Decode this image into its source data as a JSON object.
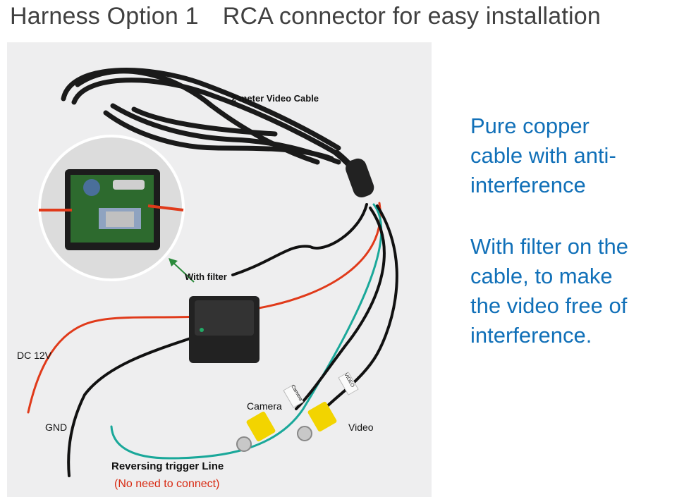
{
  "title": {
    "part1": "Harness Option 1",
    "part2": "RCA connector for easy installation"
  },
  "photo_labels": {
    "video_cable": "2 meter Video Cable",
    "with_filter": "With filter",
    "dc12v": "DC 12V",
    "gnd": "GND",
    "camera": "Camera",
    "video": "Video",
    "trigger": "Reversing trigger Line",
    "no_connect": "(No need to connect)",
    "tag_camera": "Camera",
    "tag_video": "VIDEO"
  },
  "description": {
    "p1": [
      "Pure copper",
      "cable with anti-",
      "interference"
    ],
    "p2": [
      "With filter on the",
      "cable, to make",
      "the video free of",
      "interference."
    ]
  }
}
